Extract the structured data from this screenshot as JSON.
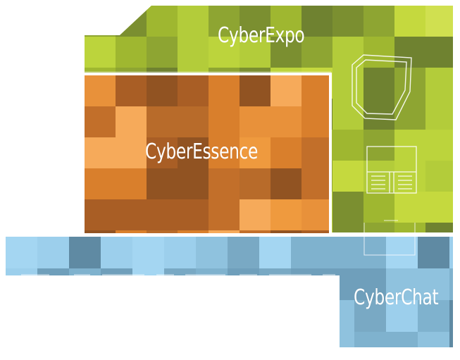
{
  "zones": [
    {
      "id": "expo",
      "label": "CyberExpo",
      "base_color": "#a6c238",
      "palette": [
        "#9fb730",
        "#b3cc3a",
        "#c5d93e",
        "#8ea532",
        "#7b8f30",
        "#bcd43c",
        "#d0e050",
        "#6f8230"
      ]
    },
    {
      "id": "essence",
      "label": "CyberEssence",
      "base_color": "#e0872e",
      "palette": [
        "#d97f2c",
        "#ef9a3e",
        "#f6aa5a",
        "#c26f2a",
        "#a95e25",
        "#e8913a",
        "#b86b2a",
        "#915322"
      ]
    },
    {
      "id": "chat",
      "label": "CyberChat",
      "base_color": "#86bcd9",
      "palette": [
        "#7fb2ce",
        "#92c8e6",
        "#a4d6f2",
        "#6f9fbb",
        "#5f8aa3",
        "#8fc2de",
        "#79a9c4",
        "#9ccfec"
      ]
    }
  ],
  "border_color": "#ffffff"
}
